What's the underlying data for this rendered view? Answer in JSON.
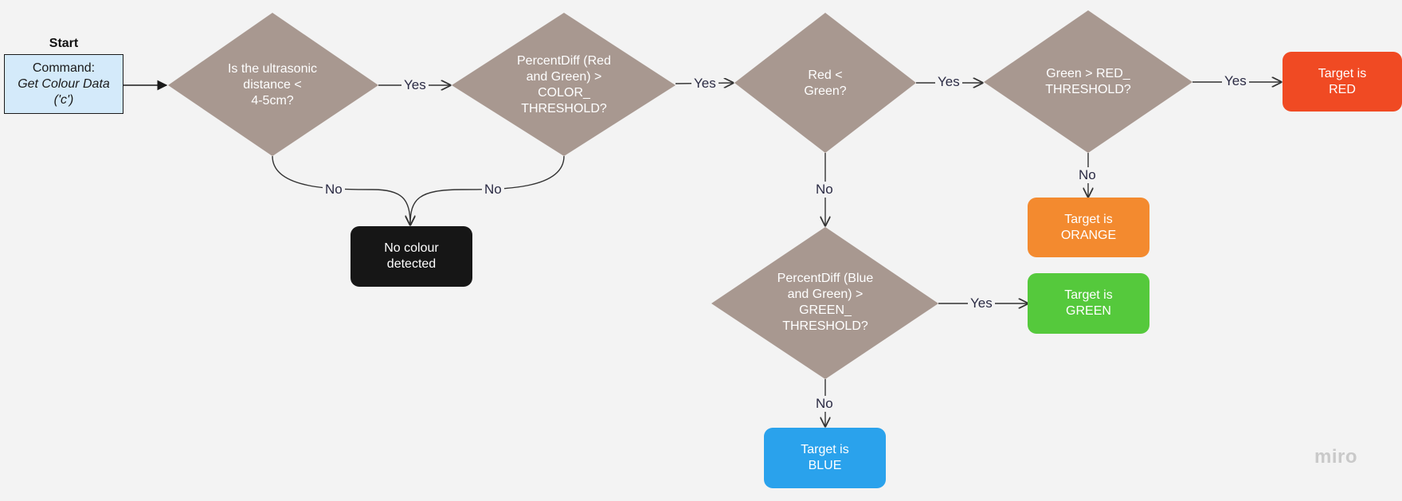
{
  "start": {
    "label": "Start",
    "command_title": "Command:",
    "command_detail": "Get Colour Data\n('c')"
  },
  "decisions": {
    "ultrasonic": "Is the ultrasonic\ndistance <\n4-5cm?",
    "percent_red_green": "PercentDiff (Red\nand Green) >\nCOLOR_\nTHRESHOLD?",
    "red_lt_green": "Red <\nGreen?",
    "green_gt_red_threshold": "Green > RED_\nTHRESHOLD?",
    "percent_blue_green": "PercentDiff (Blue\nand Green) >\nGREEN_\nTHRESHOLD?"
  },
  "outcomes": {
    "no_colour": "No colour\ndetected",
    "red": "Target is\nRED",
    "orange": "Target is\nORANGE",
    "green": "Target is\nGREEN",
    "blue": "Target is\nBLUE"
  },
  "edge_labels": {
    "yes": "Yes",
    "no": "No"
  },
  "watermark": "miro",
  "colors": {
    "background": "#f3f3f3",
    "diamond": "#a89890",
    "command_fill": "#d4eafa",
    "no_colour": "#161616",
    "red": "#f04a23",
    "orange": "#f38a2f",
    "green": "#55c93c",
    "blue": "#2aa2ec",
    "connector": "#333333"
  }
}
